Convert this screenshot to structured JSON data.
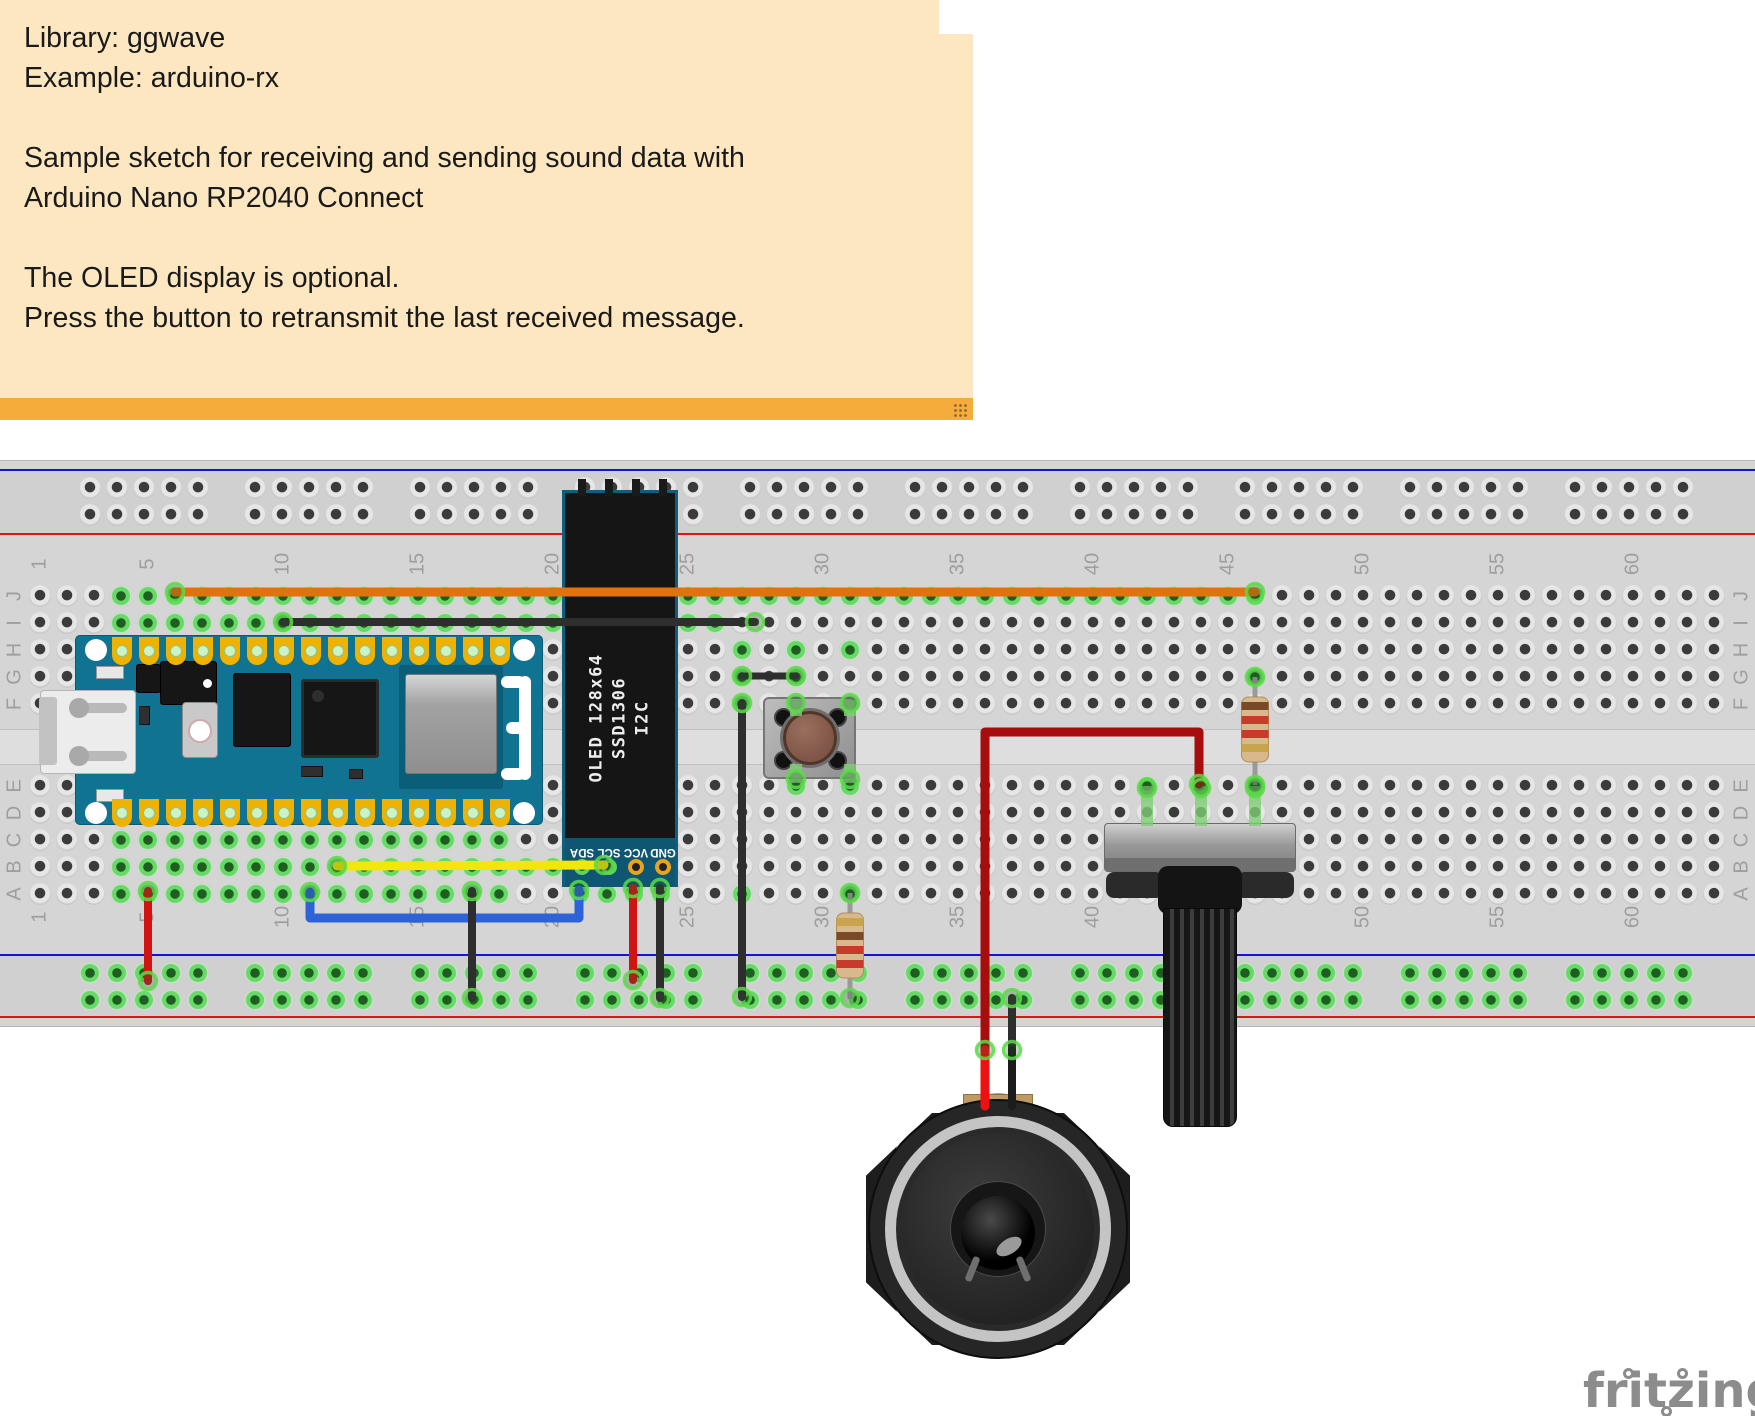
{
  "app": {
    "logo_text": "fritzing",
    "logo_color": "#8C8C8C"
  },
  "note": {
    "lines": [
      "Library: ggwave",
      "Example: arduino-rx",
      "",
      "Sample sketch for receiving and sending sound data with",
      "Arduino Nano RP2040 Connect",
      "",
      "The OLED display is optional.",
      "Press the button to retransmit the last received message."
    ],
    "bg_color": "#FDE7C0",
    "bar_color": "#F6AC3B",
    "fold_color": "#F1A33C"
  },
  "breadboard": {
    "row_letters": [
      "J",
      "I",
      "H",
      "G",
      "F",
      "E",
      "D",
      "C",
      "B",
      "A"
    ],
    "column_numbers": [
      "1",
      "5",
      "10",
      "15",
      "20",
      "25",
      "30",
      "35",
      "40",
      "45",
      "50",
      "55",
      "60"
    ],
    "body_color": "#D5D5D5",
    "line_blue": "#1515D6",
    "line_red": "#E01414",
    "connected_green": "#66D966"
  },
  "parts": {
    "arduino": {
      "name": "Arduino Nano RP2040 Connect",
      "board_color": "#0F7391"
    },
    "oled": {
      "display_label": [
        "OLED 128x64",
        "SSD1306",
        "I2C"
      ],
      "pin_labels": [
        "SDA",
        "SCL",
        "VCC",
        "GND"
      ],
      "body_color": "#151515",
      "pcb_color": "#0E5672"
    },
    "pushbutton": {
      "name": "pushbutton"
    },
    "potentiometer": {
      "name": "rotary potentiometer"
    },
    "resistor_top": {
      "name": "resistor",
      "body_color": "#D8B98E",
      "bands": [
        "brown",
        "red",
        "red",
        "gold"
      ]
    },
    "resistor_bottom": {
      "name": "resistor",
      "body_color": "#D8B98E",
      "bands": [
        "gold",
        "brown",
        "red",
        "red"
      ]
    },
    "speaker": {
      "name": "loudspeaker"
    }
  },
  "wires": {
    "wire-orange": {
      "color": "orange",
      "hex": "#E2720E"
    },
    "wire-black-row-i": {
      "color": "black",
      "hex": "#2E2E2E"
    },
    "wire-yellow-scl": {
      "color": "yellow",
      "hex": "#F2E70C"
    },
    "wire-blue-sda": {
      "color": "blue",
      "hex": "#2E62D9"
    },
    "wire-red-left": {
      "color": "red",
      "hex": "#D01414"
    },
    "wire-black-mid": {
      "color": "black",
      "hex": "#2E2E2E"
    },
    "wire-red-oled-vcc": {
      "color": "red",
      "hex": "#D01414"
    },
    "wire-black-oled-gnd": {
      "color": "black",
      "hex": "#2E2E2E"
    },
    "wire-black-jumper": {
      "color": "black",
      "hex": "#2E2E2E"
    },
    "wire-black-long": {
      "color": "black",
      "hex": "#2E2E2E"
    },
    "wire-red-pot": {
      "color": "dark red",
      "hex": "#A80D0D"
    },
    "wire-red-speaker-lead": {
      "color": "red",
      "hex": "#EE1111"
    },
    "wire-black-rail-speaker": {
      "color": "black",
      "hex": "#2E2E2E"
    },
    "wire-black-speaker-lead": {
      "color": "black",
      "hex": "#1C1C1C"
    }
  }
}
